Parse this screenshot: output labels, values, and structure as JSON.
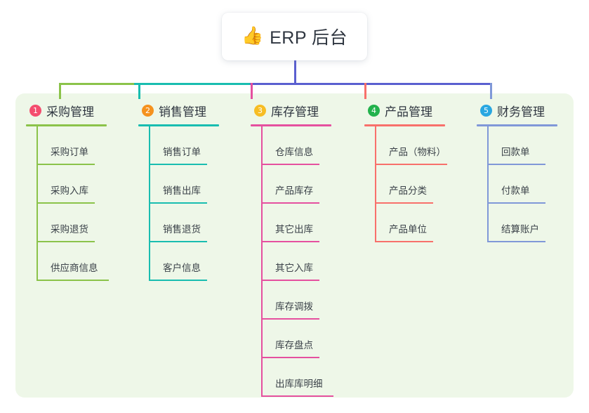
{
  "root": {
    "icon": "thumbs-up-icon",
    "emoji": "👍",
    "title": "ERP 后台"
  },
  "theme": {
    "panel_bg": "#eef7e8",
    "page_bg": "#ffffff",
    "text": "#2f3640",
    "stem_color": "#5a5fd0"
  },
  "columns": [
    {
      "number": "1",
      "title": "采购管理",
      "badge_color": "#f44d6e",
      "line_color": "#8bc34a",
      "items": [
        {
          "label": "采购订单"
        },
        {
          "label": "采购入库"
        },
        {
          "label": "采购退货"
        },
        {
          "label": "供应商信息"
        }
      ]
    },
    {
      "number": "2",
      "title": "销售管理",
      "badge_color": "#f5921e",
      "line_color": "#19bdb0",
      "items": [
        {
          "label": "销售订单"
        },
        {
          "label": "销售出库"
        },
        {
          "label": "销售退货"
        },
        {
          "label": "客户信息"
        }
      ]
    },
    {
      "number": "3",
      "title": "库存管理",
      "badge_color": "#f7bd24",
      "line_color": "#e5509f",
      "items": [
        {
          "label": "仓库信息"
        },
        {
          "label": "产品库存"
        },
        {
          "label": "其它出库"
        },
        {
          "label": "其它入库"
        },
        {
          "label": "库存调拨"
        },
        {
          "label": "库存盘点"
        },
        {
          "label": "出库库明细"
        }
      ]
    },
    {
      "number": "4",
      "title": "产品管理",
      "badge_color": "#22b24c",
      "line_color": "#f8706b",
      "items": [
        {
          "label": "产品（物料）"
        },
        {
          "label": "产品分类"
        },
        {
          "label": "产品单位"
        }
      ]
    },
    {
      "number": "5",
      "title": "财务管理",
      "badge_color": "#29a7e1",
      "line_color": "#8098d8",
      "items": [
        {
          "label": "回款单"
        },
        {
          "label": "付款单"
        },
        {
          "label": "结算账户"
        }
      ]
    }
  ]
}
